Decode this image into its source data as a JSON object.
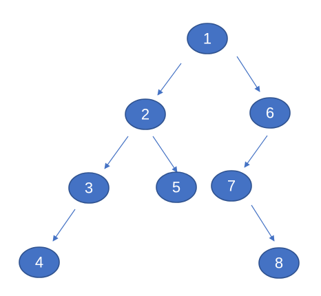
{
  "colors": {
    "node_fill": "#4472C4",
    "node_stroke": "#2F528F",
    "edge": "#4472C4",
    "label": "#ffffff"
  },
  "nodes": [
    {
      "id": "n1",
      "label": "1"
    },
    {
      "id": "n2",
      "label": "2"
    },
    {
      "id": "n6",
      "label": "6"
    },
    {
      "id": "n3",
      "label": "3"
    },
    {
      "id": "n5",
      "label": "5"
    },
    {
      "id": "n7",
      "label": "7"
    },
    {
      "id": "n4",
      "label": "4"
    },
    {
      "id": "n8",
      "label": "8"
    }
  ],
  "edges": [
    {
      "from": "n1",
      "to": "n2"
    },
    {
      "from": "n1",
      "to": "n6"
    },
    {
      "from": "n2",
      "to": "n3"
    },
    {
      "from": "n2",
      "to": "n5"
    },
    {
      "from": "n6",
      "to": "n7"
    },
    {
      "from": "n3",
      "to": "n4"
    },
    {
      "from": "n7",
      "to": "n8"
    }
  ]
}
